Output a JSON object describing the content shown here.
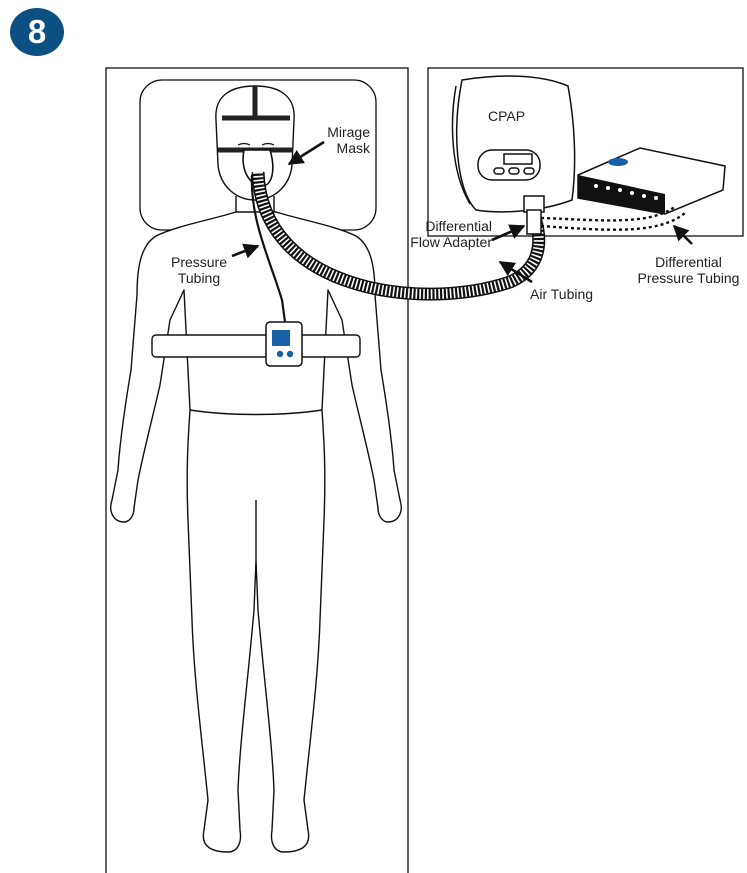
{
  "step": {
    "number": "8"
  },
  "colors": {
    "badge": "#0c4f83",
    "badge_text": "#ffffff",
    "line": "#111111",
    "indicator_blue": "#1a60a6"
  },
  "labels": {
    "cpap": "CPAP",
    "mirage_mask": [
      "Mirage",
      "Mask"
    ],
    "differential_flow_adapter": [
      "Differential",
      "Flow Adapter"
    ],
    "differential_pressure_tubing": [
      "Differential",
      "Pressure Tubing"
    ],
    "pressure_tubing": [
      "Pressure",
      "Tubing"
    ],
    "air_tubing": "Air Tubing"
  }
}
